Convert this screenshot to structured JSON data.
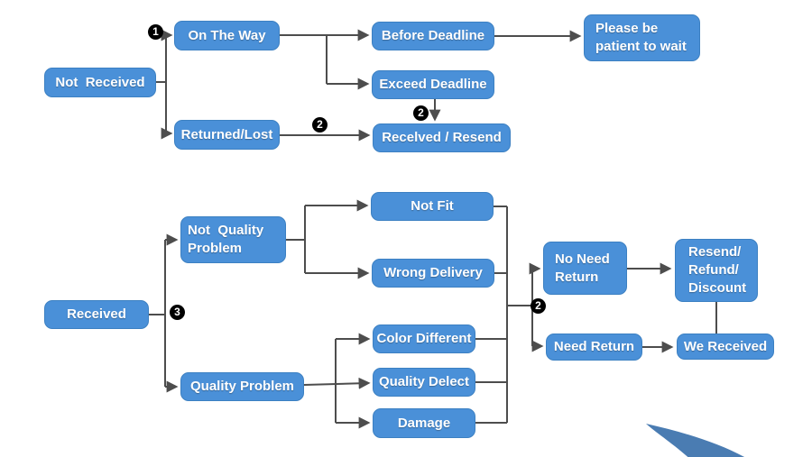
{
  "colors": {
    "node_fill": "#4a90d8",
    "node_border": "#3c80c2",
    "node_text": "#ffffff",
    "connector": "#4d4d4d",
    "swoosh": "#4a7cb2",
    "background": "#ffffff"
  },
  "nodes": {
    "not_received": {
      "label": "Not  Received"
    },
    "on_the_way": {
      "label": "On The Way"
    },
    "returned_lost": {
      "label": "Returned/Lost"
    },
    "before_deadline": {
      "label": "Before Deadline"
    },
    "exceed_deadline": {
      "label": "Exceed Deadline"
    },
    "received_resend": {
      "label": "Recelved / Resend"
    },
    "please_wait": {
      "label": "Please be\npatient to wait"
    },
    "received": {
      "label": "Received"
    },
    "not_quality_problem": {
      "label": "Not  Quality\nProblem"
    },
    "quality_problem": {
      "label": "Quality Problem"
    },
    "not_fit": {
      "label": "Not Fit"
    },
    "wrong_delivery": {
      "label": "Wrong Delivery"
    },
    "color_different": {
      "label": "Color Different"
    },
    "quality_delect": {
      "label": "Quality Delect"
    },
    "damage": {
      "label": "Damage"
    },
    "no_need_return": {
      "label": "No Need\nReturn"
    },
    "need_return": {
      "label": "Need Return"
    },
    "resend_refund_discount": {
      "label": "Resend/\nRefund/\nDiscount"
    },
    "we_received": {
      "label": "We Received"
    }
  },
  "badges": {
    "step1": "1",
    "step2_returned": "2",
    "step2_exceed": "2",
    "step2_split": "2",
    "step3": "3"
  }
}
